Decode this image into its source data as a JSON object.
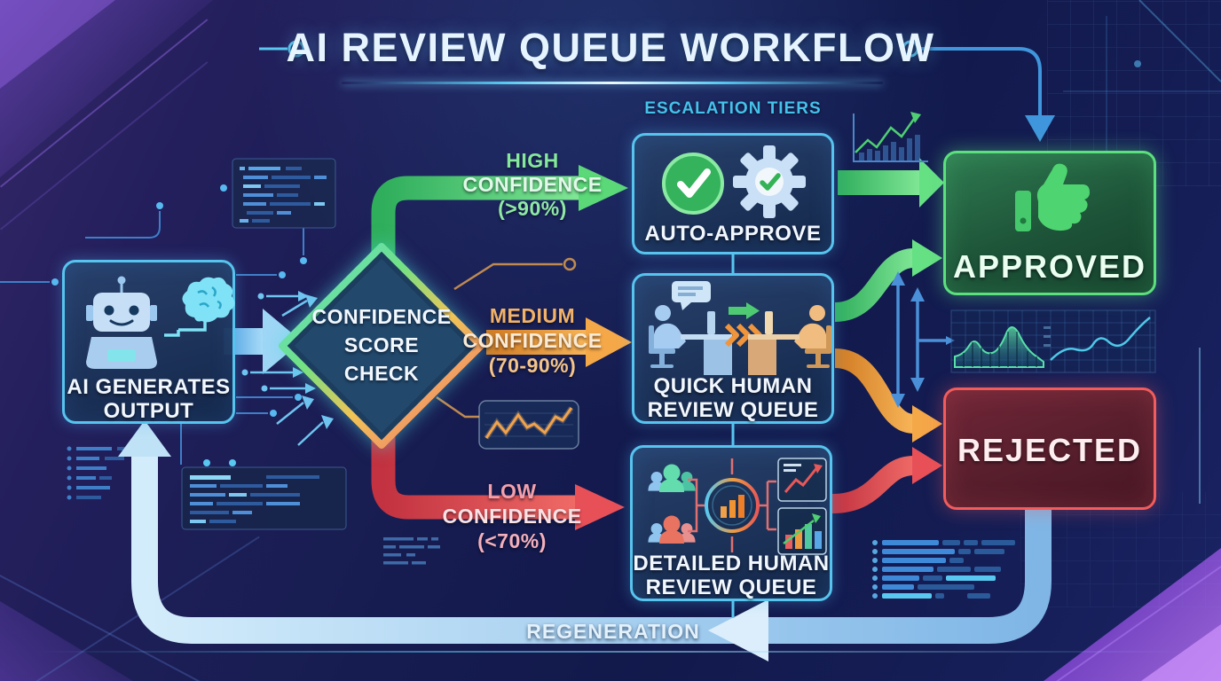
{
  "title": "AI REVIEW QUEUE WORKFLOW",
  "escalation_label": "ESCALATION TIERS",
  "nodes": {
    "ai_output": {
      "line1": "AI GENERATES",
      "line2": "OUTPUT"
    },
    "confidence_check": {
      "line1": "CONFIDENCE",
      "line2": "SCORE",
      "line3": "CHECK"
    },
    "auto_approve": {
      "label": "AUTO-APPROVE"
    },
    "quick_review": {
      "line1": "QUICK HUMAN",
      "line2": "REVIEW QUEUE"
    },
    "detailed_review": {
      "line1": "DETAILED HUMAN",
      "line2": "REVIEW QUEUE"
    },
    "approved": {
      "label": "APPROVED"
    },
    "rejected": {
      "label": "REJECTED"
    }
  },
  "branches": {
    "high": {
      "line1": "HIGH",
      "line2": "CONFIDENCE",
      "line3": "(>90%)",
      "color": "#58d878"
    },
    "medium": {
      "line1": "MEDIUM",
      "line2": "CONFIDENCE",
      "line3": "(70-90%)",
      "color": "#f09a3e"
    },
    "low": {
      "line1": "LOW",
      "line2": "CONFIDENCE",
      "line3": "(<70%)",
      "color": "#e85868"
    }
  },
  "regeneration_label": "REGENERATION",
  "colors": {
    "background": "#141a4e",
    "node_border": "#56c4ee",
    "approved_border": "#5ce07d",
    "rejected_border": "#f25c5c",
    "high_confidence": "#58d878",
    "medium_confidence": "#f09a3e",
    "low_confidence": "#e85060",
    "regeneration_arrow": "#b9e0f6",
    "title_text": "#e6f4ff",
    "escalation_text": "#45c2ea"
  }
}
